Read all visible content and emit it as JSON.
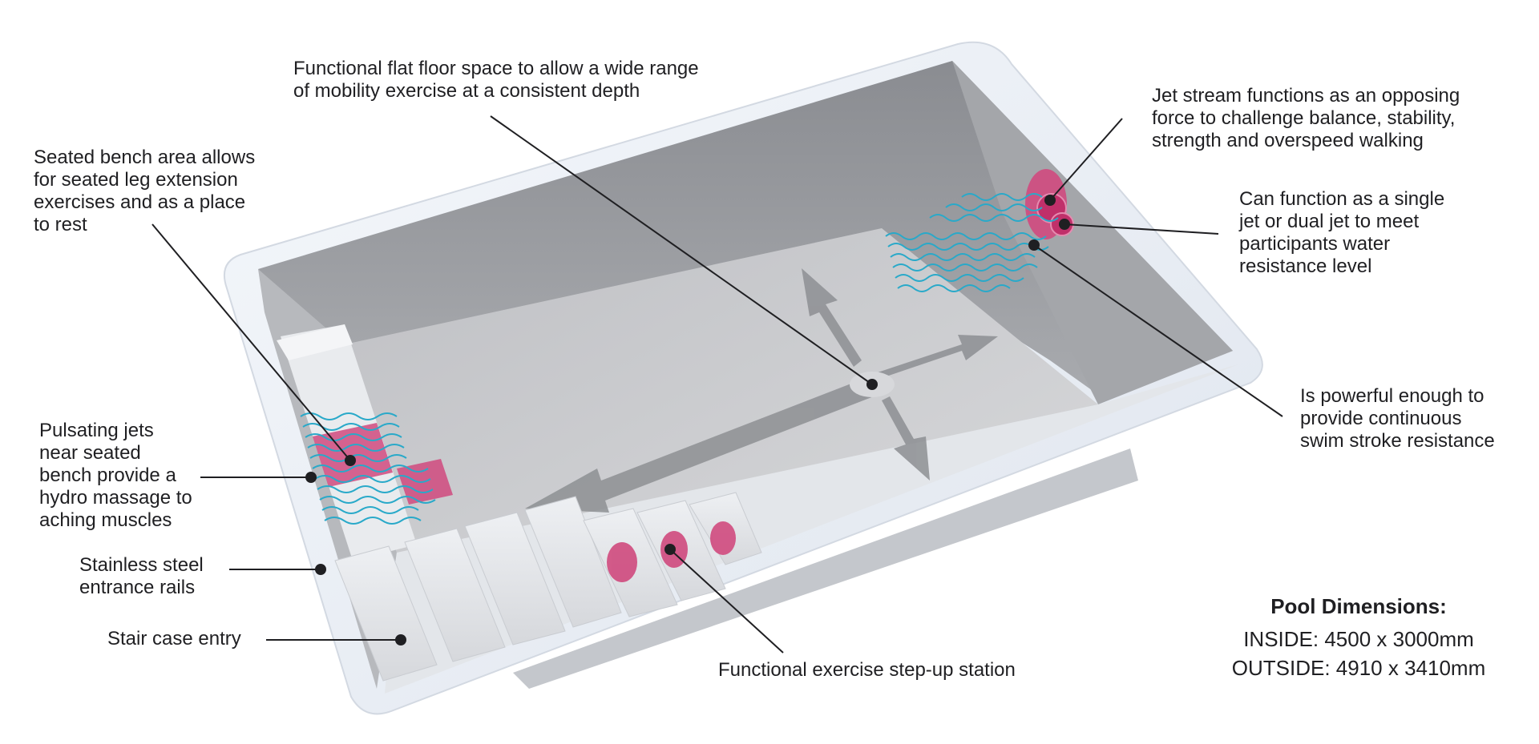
{
  "callouts": {
    "flat_floor": "Functional flat floor space to allow a wide range\nof mobility exercise at a consistent depth",
    "seated_bench": "Seated bench area allows\nfor seated leg extension\nexercises and as a place\nto rest",
    "jet_stream": "Jet stream functions as an opposing\nforce to challenge balance, stability,\nstrength and overspeed walking",
    "single_dual_jet": "Can function as a single\njet or dual jet to meet\nparticipants water\nresistance level",
    "powerful": "Is powerful enough to\nprovide continuous\nswim stroke resistance",
    "pulsating_jets": "Pulsating jets\nnear seated\nbench provide a\nhydro massage to\naching muscles",
    "rails": "Stainless steel\nentrance rails",
    "stair": "Stair case entry",
    "step_up": "Functional exercise step-up station"
  },
  "dimensions": {
    "title": "Pool Dimensions:",
    "inside": "INSIDE: 4500 x 3000mm",
    "outside": "OUTSIDE: 4910 x 3410mm"
  },
  "colors": {
    "jet_pink": "#d04a7e",
    "wave_blue": "#29a9c9",
    "leader_line": "#1f1f22",
    "pool_wall": "#8e9095",
    "pool_floor": "#c9cacd",
    "pool_rim": "#edf1f7"
  }
}
